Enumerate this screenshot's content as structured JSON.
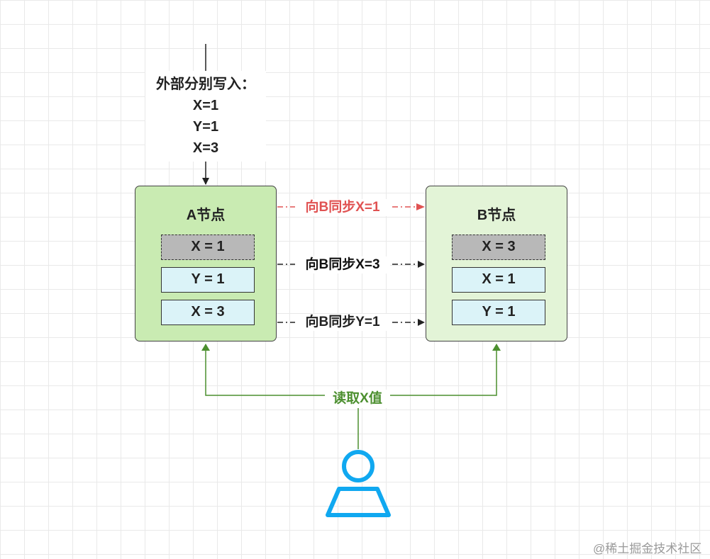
{
  "input": {
    "title": "外部分别写入：",
    "lines": [
      "X=1",
      "Y=1",
      "X=3"
    ]
  },
  "node_a": {
    "title": "A节点",
    "cells": [
      "X = 1",
      "Y = 1",
      "X = 3"
    ]
  },
  "node_b": {
    "title": "B节点",
    "cells": [
      "X = 3",
      "X = 1",
      "Y = 1"
    ]
  },
  "sync": [
    {
      "label": "向B同步X=1",
      "color": "#e05252"
    },
    {
      "label": "向B同步X=3",
      "color": "#111111"
    },
    {
      "label": "向B同步Y=1",
      "color": "#222222"
    }
  ],
  "read": {
    "label": "读取X值",
    "color": "#4c8f2f"
  },
  "user": {
    "icon": "user-icon",
    "color": "#10a8f0"
  },
  "watermark": "@稀土掘金技术社区"
}
